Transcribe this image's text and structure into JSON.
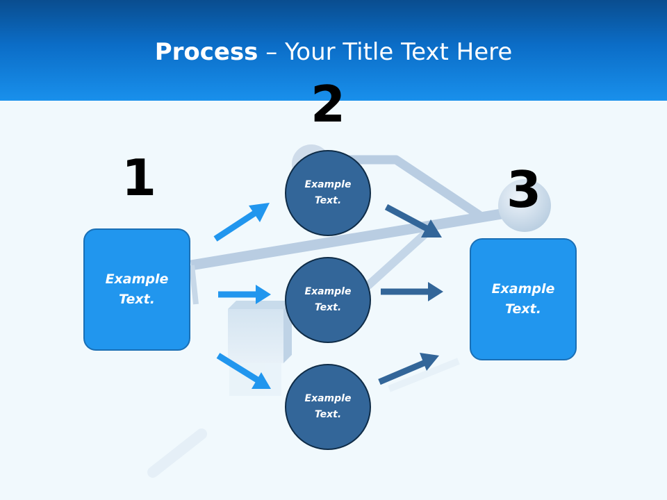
{
  "title": {
    "bold": "Process",
    "rest": " – Your Title Text Here"
  },
  "steps": [
    {
      "number": "1",
      "text": "Example Text."
    },
    {
      "number": "2",
      "items": [
        {
          "text": "Example Text."
        },
        {
          "text": "Example Text."
        },
        {
          "text": "Example Text."
        }
      ]
    },
    {
      "number": "3",
      "text": "Example Text."
    }
  ],
  "colors": {
    "header_dark": "#0a4d8f",
    "header_light": "#1990ec",
    "box_fill": "#2196ee",
    "circle_fill": "#336699",
    "arrow_light": "#2196ee",
    "arrow_dark": "#336699"
  }
}
